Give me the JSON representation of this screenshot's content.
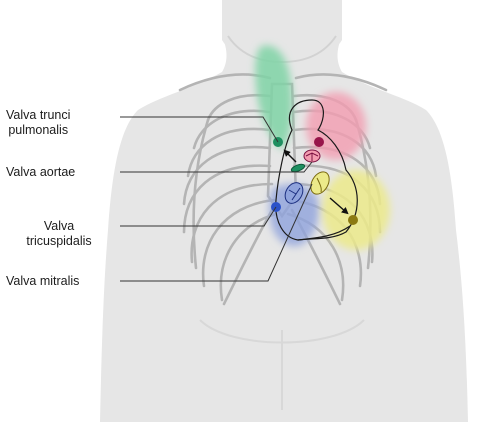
{
  "labels": {
    "pulmonary": [
      "Valva trunci",
      "pulmonalis"
    ],
    "aortic": "Valva aortae",
    "tricuspid": [
      "Valva",
      "tricuspidalis"
    ],
    "mitral": "Valva mitralis"
  },
  "colors": {
    "skin": "#e6e6e6",
    "skin_shade": "#d2d2d2",
    "rib": "#b4b4b4",
    "pulmonary_zone": "#7fd3a6",
    "aortic_zone": "#f39cb0",
    "tricuspid_zone": "#8fa3dc",
    "mitral_zone": "#ecea8a",
    "pulmonary_dot": "#1e8f60",
    "aortic_dot": "#97154a",
    "tricuspid_dot": "#2c52c9",
    "mitral_dot": "#8c7a12",
    "leader": "#333333"
  }
}
